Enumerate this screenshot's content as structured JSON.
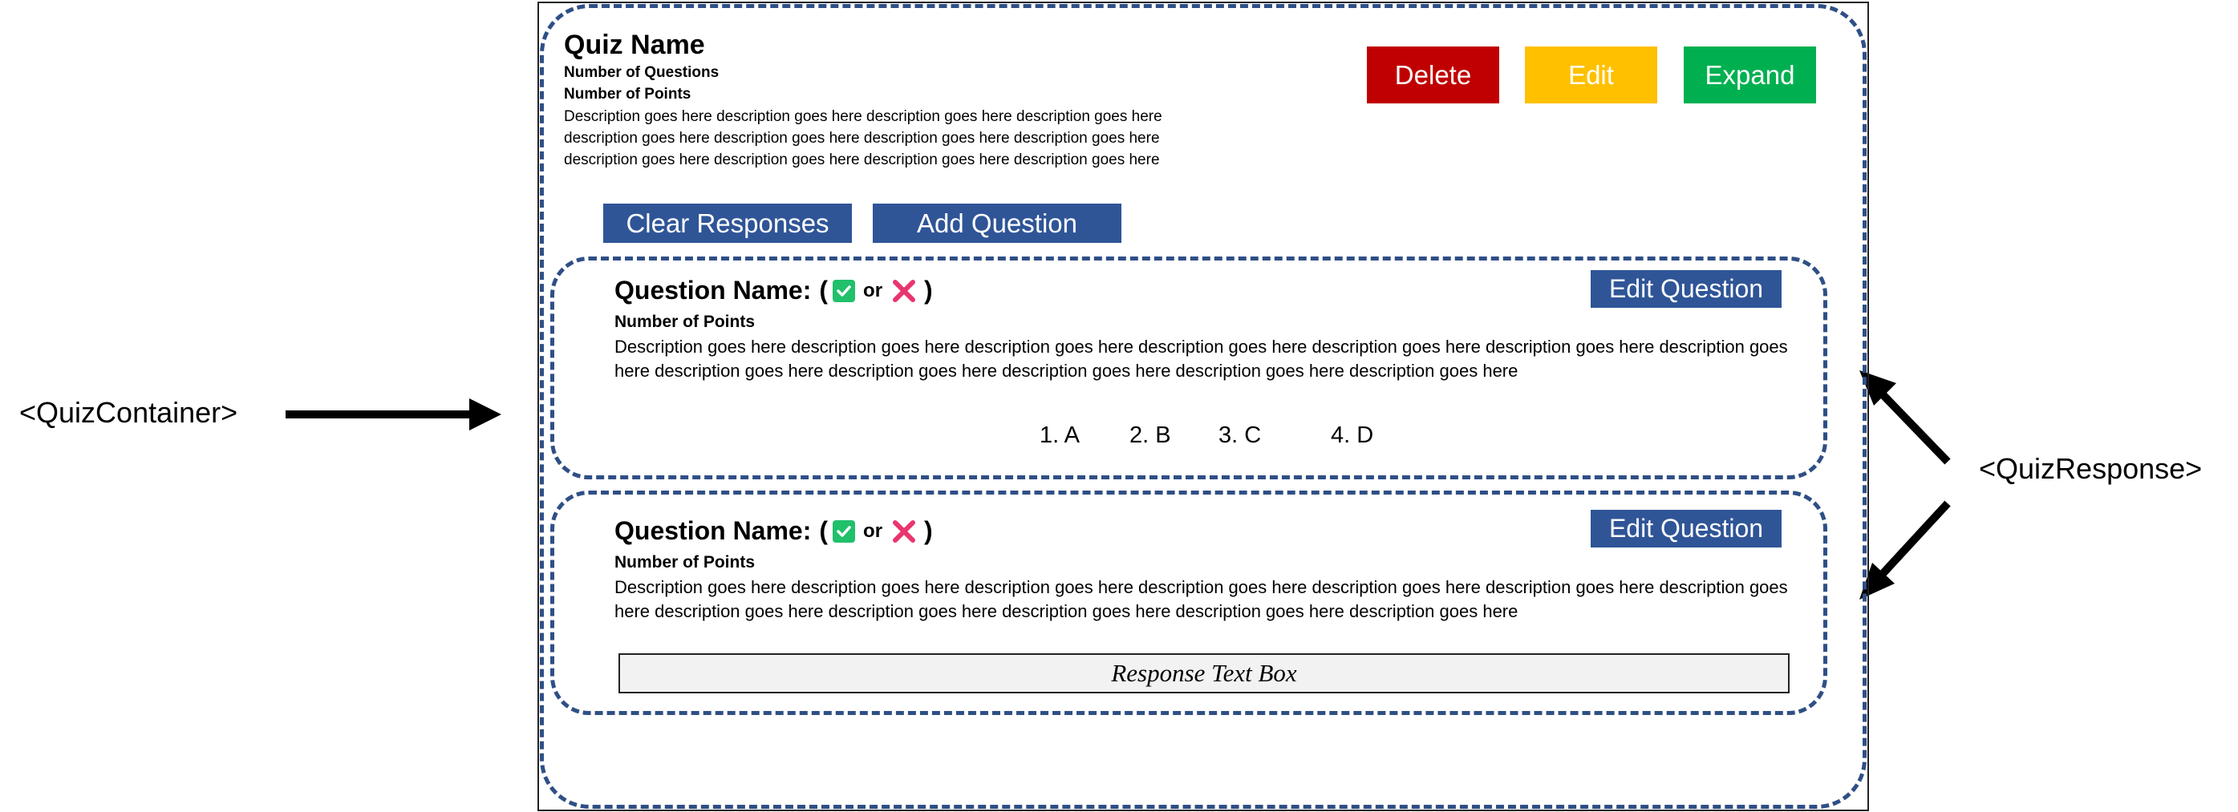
{
  "annotations": {
    "quiz_container": "<QuizContainer>",
    "quiz_response": "<QuizResponse>"
  },
  "quiz": {
    "name": "Quiz Name",
    "number_of_questions": "Number of Questions",
    "number_of_points": "Number of Points",
    "description": "Description goes here description goes here description goes here description goes here description goes here description goes here description goes here description goes here description goes here description goes here description goes here description goes here"
  },
  "buttons": {
    "delete": "Delete",
    "edit": "Edit",
    "expand": "Expand",
    "clear_responses": "Clear Responses",
    "add_question": "Add Question"
  },
  "questions": [
    {
      "name_label": "Question Name:",
      "open_paren": "(",
      "or_word": "or",
      "close_paren": ")",
      "points": "Number of Points",
      "description": "Description goes here description goes here description goes here description goes here description goes here description goes here description goes here description goes here description goes here description goes here description goes here description goes here",
      "edit_label": "Edit Question",
      "choices": [
        "1. A",
        "2. B",
        "3. C",
        "4. D"
      ]
    },
    {
      "name_label": "Question Name:",
      "open_paren": "(",
      "or_word": "or",
      "close_paren": ")",
      "points": "Number of Points",
      "description": "Description goes here description goes here description goes here description goes here description goes here description goes here description goes here description goes here description goes here description goes here description goes here description goes here",
      "edit_label": "Edit Question",
      "response_placeholder": "Response Text Box"
    }
  ],
  "icons": {
    "correct": "check-icon",
    "incorrect": "x-icon"
  },
  "colors": {
    "delete": "#c00000",
    "edit": "#ffc000",
    "expand": "#00b050",
    "primary_button": "#2f5597",
    "dashed_border": "#2f4f86",
    "check": "#21c06b",
    "cross": "#e8366e"
  }
}
